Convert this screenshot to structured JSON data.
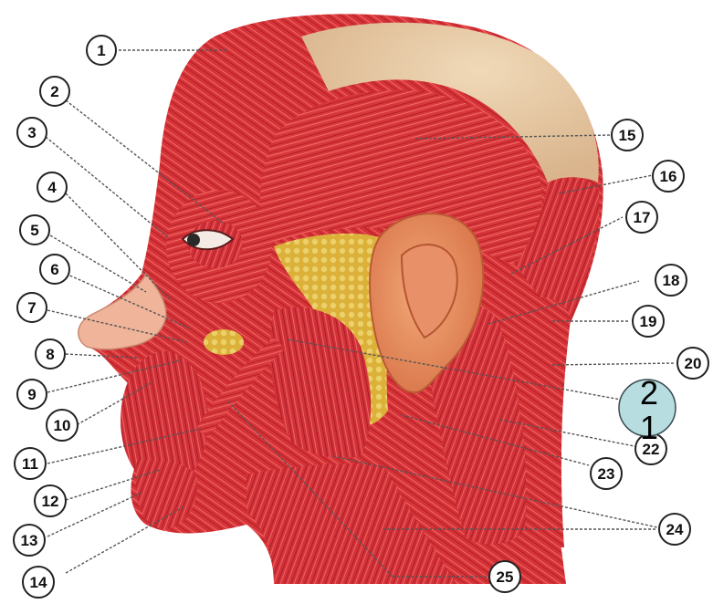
{
  "diagram": {
    "labels": [
      "1",
      "2",
      "3",
      "4",
      "5",
      "6",
      "7",
      "8",
      "9",
      "10",
      "11",
      "12",
      "13",
      "14",
      "15",
      "16",
      "17",
      "18",
      "19",
      "20",
      "22",
      "23",
      "24",
      "25"
    ],
    "overlay_badge": {
      "line1": "2",
      "line2": "1",
      "fill": "#b8dde0"
    },
    "colors": {
      "muscle": "#d9343a",
      "muscle_dark": "#a8181f",
      "muscle_light": "#ee6a62",
      "scalp_tendon": "#e8c9a3",
      "fat": "#e0b83a",
      "ear": "#e58a5a",
      "skin": "#f0b89e",
      "leader_line": "#555555"
    }
  }
}
